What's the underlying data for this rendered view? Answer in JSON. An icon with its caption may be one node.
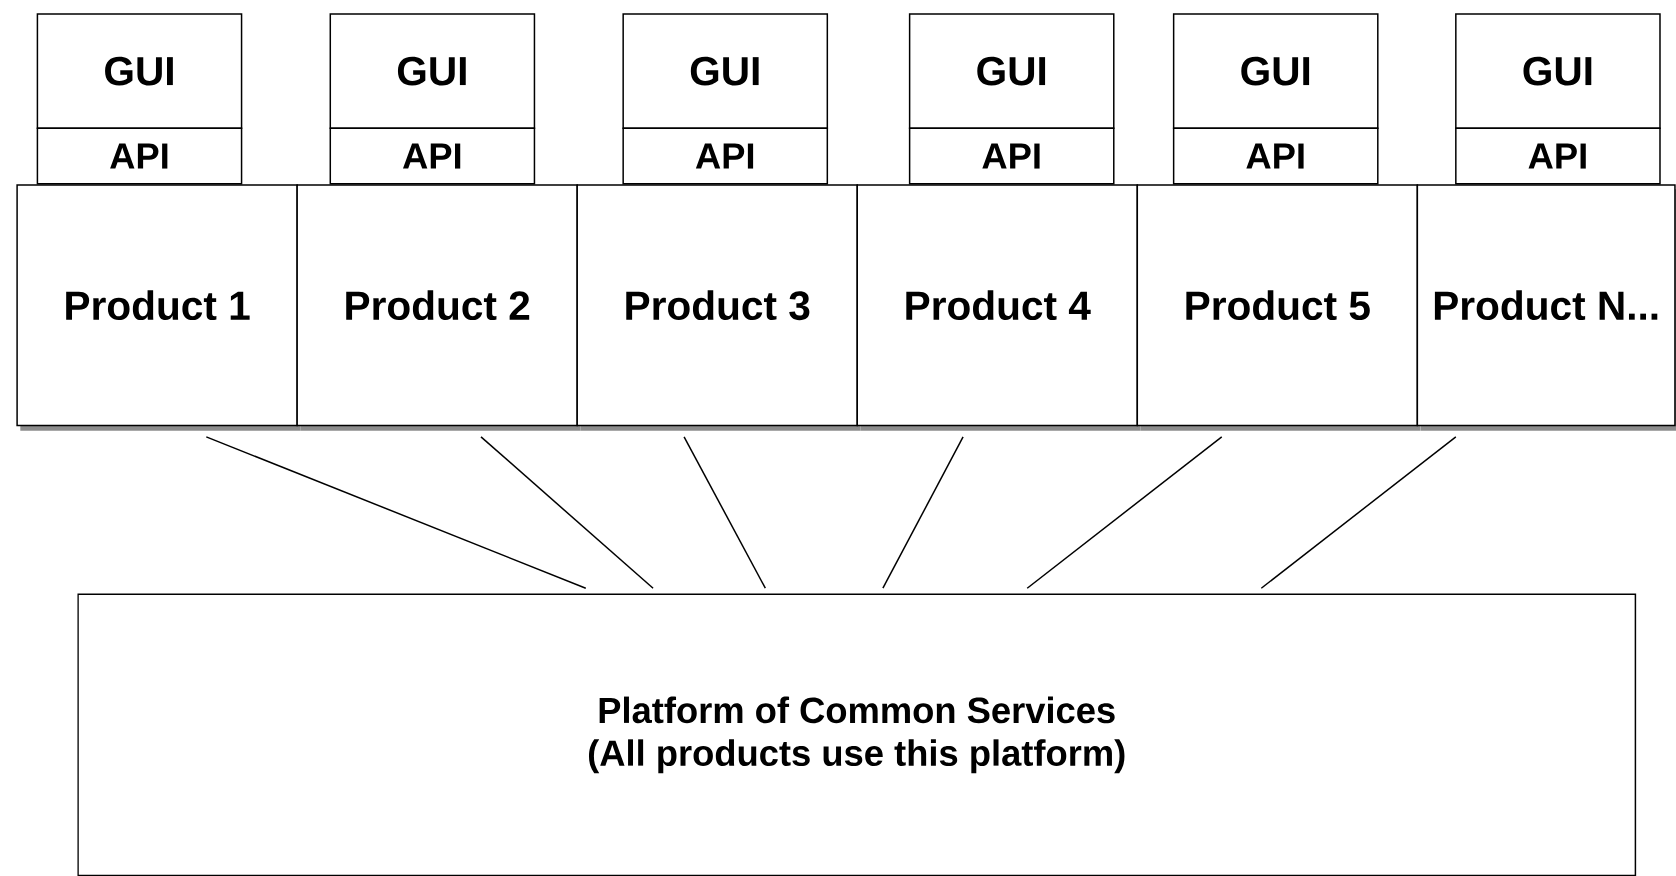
{
  "diagram": {
    "nodes": [
      {
        "text": [
          "GUI"
        ]
      },
      {
        "text": [
          "GUI"
        ]
      },
      {
        "text": [
          "GUI"
        ]
      },
      {
        "text": [
          "GUI"
        ]
      },
      {
        "text": [
          "GUI"
        ]
      },
      {
        "text": [
          "GUI"
        ]
      },
      {
        "text": [
          "API"
        ]
      },
      {
        "text": [
          "API"
        ]
      },
      {
        "text": [
          "API"
        ]
      },
      {
        "text": [
          "API"
        ]
      },
      {
        "text": [
          "API"
        ]
      },
      {
        "text": [
          "API"
        ]
      },
      {
        "text": [
          "Product 1"
        ]
      },
      {
        "text": [
          "Product 2"
        ]
      },
      {
        "text": [
          "Product 3"
        ]
      },
      {
        "text": [
          "Product 4"
        ]
      },
      {
        "text": [
          "Product 5"
        ]
      },
      {
        "text": [
          "Product N..."
        ]
      },
      {
        "text": [
          "Platform of Common Services",
          "(All products use this platform)"
        ]
      }
    ],
    "edges": [
      {
        "from": 12,
        "to": 18,
        "arrow": "none"
      },
      {
        "from": 13,
        "to": 18,
        "arrow": "none"
      },
      {
        "from": 14,
        "to": 18,
        "arrow": "none"
      },
      {
        "from": 15,
        "to": 18,
        "arrow": "none"
      },
      {
        "from": 16,
        "to": 18,
        "arrow": "none"
      },
      {
        "from": 17,
        "to": 18,
        "arrow": "none"
      }
    ]
  }
}
